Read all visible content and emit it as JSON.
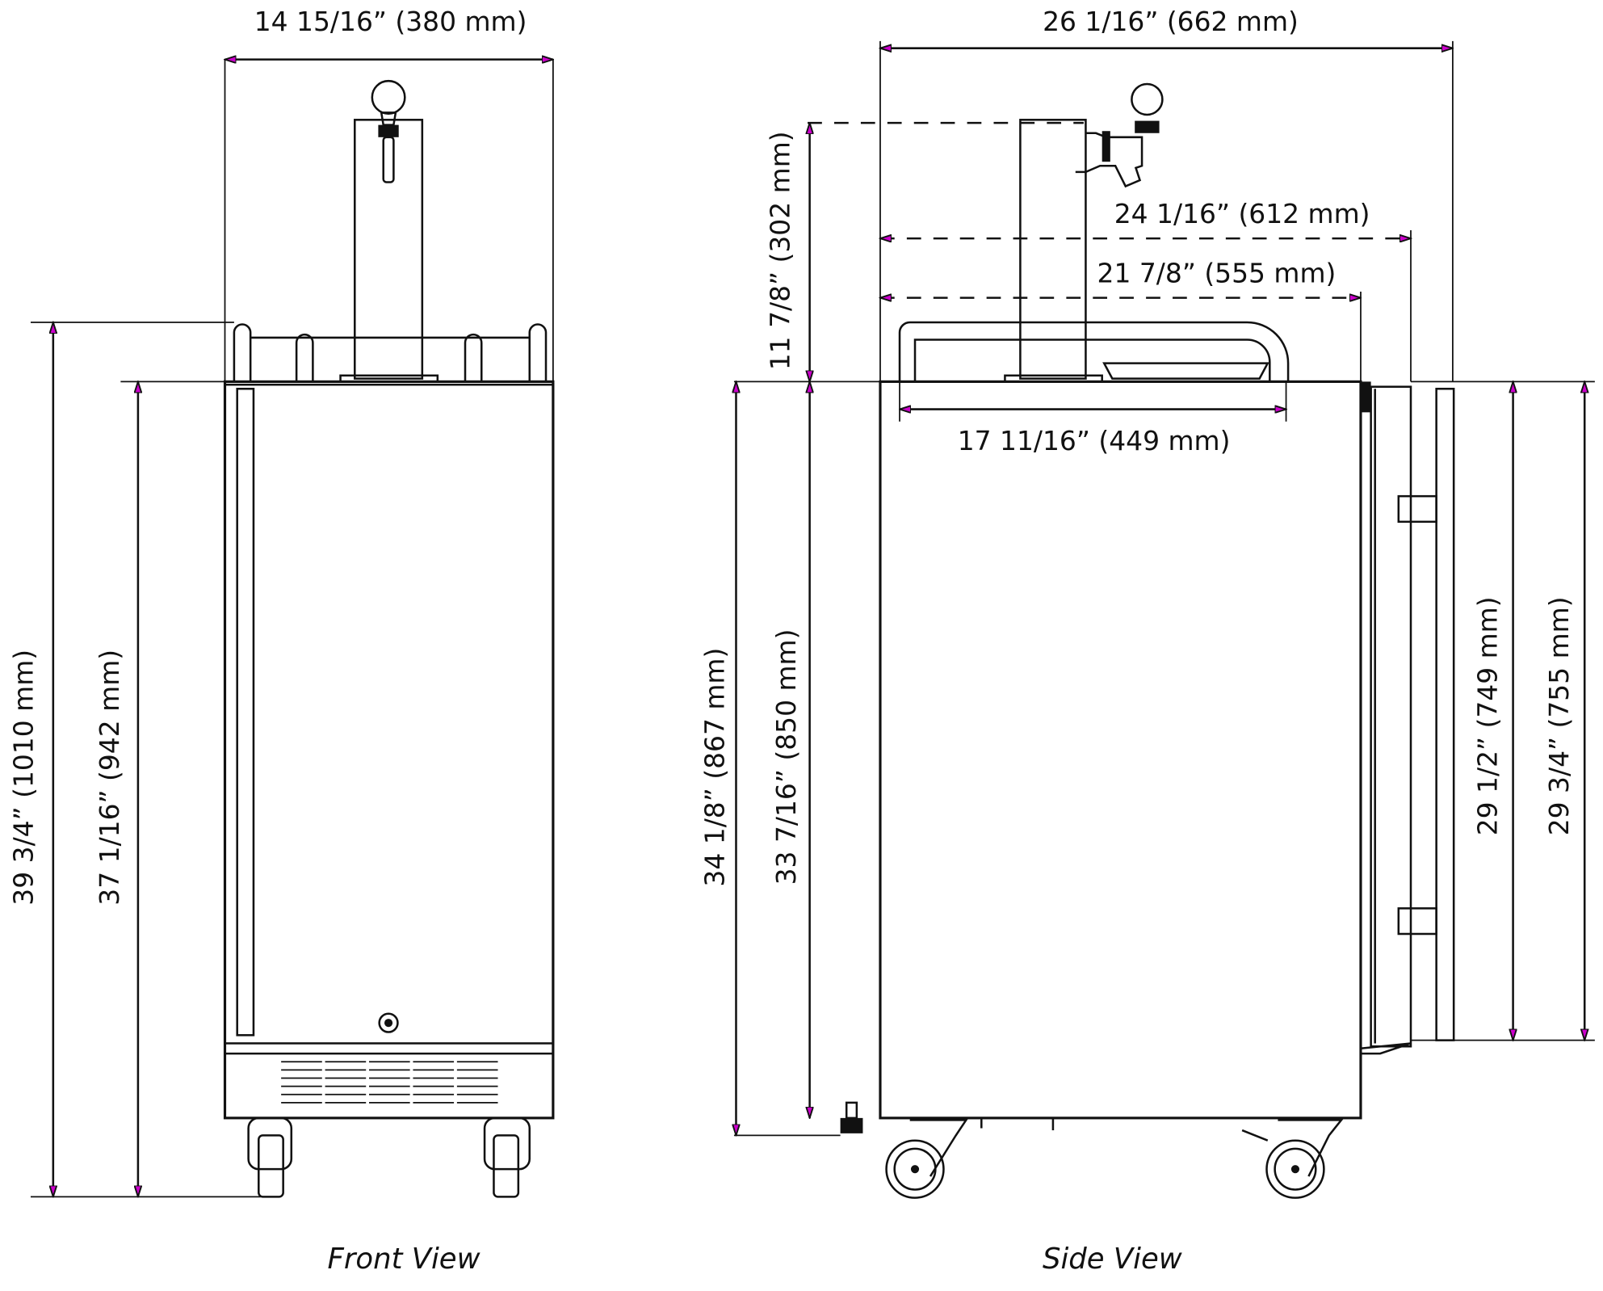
{
  "front_view": {
    "caption": "Front View",
    "width_label": "14 15/16” (380 mm)",
    "total_height_label": "39 3/4” (1010 mm)",
    "cabinet_height_label": "37 1/16” (942 mm)"
  },
  "side_view": {
    "caption": "Side View",
    "overall_depth_label": "26 1/16” (662 mm)",
    "depth_to_door_handle_label": "24 1/16” (612 mm)",
    "depth_to_door_label": "21 7/8” (555 mm)",
    "tower_height_label": "11 7/8” (302 mm)",
    "rail_width_label": "17 11/16” (449 mm)",
    "max_height_label": "34 1/8” (867 mm)",
    "min_height_label": "33 7/16” (850 mm)",
    "door_height_label": "29 1/2” (749 mm)",
    "handle_height_label": "29 3/4” (755 mm)"
  },
  "colors": {
    "arrow_fill": "#cc00cc",
    "line": "#111111"
  }
}
